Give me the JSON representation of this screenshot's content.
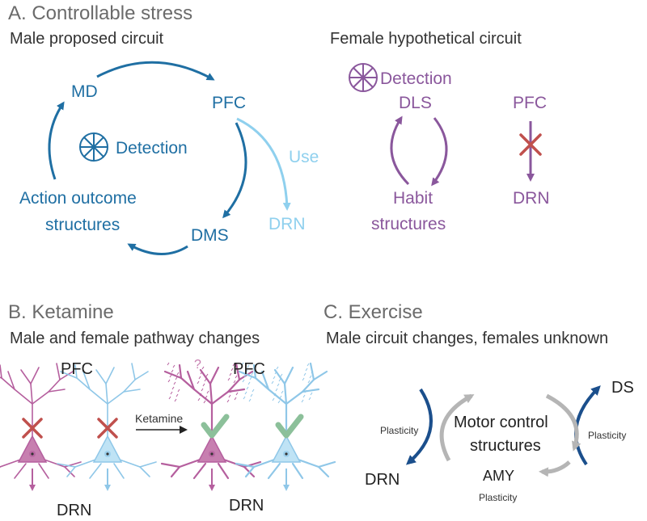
{
  "panelA": {
    "title": "A. Controllable stress",
    "male_subtitle": "Male proposed  circuit",
    "female_subtitle": "Female hypothetical circuit",
    "male": {
      "md": "MD",
      "pfc": "PFC",
      "detection": "Detection",
      "use": "Use",
      "action_outcome_1": "Action outcome",
      "action_outcome_2": "structures",
      "drn": "DRN",
      "dms": "DMS"
    },
    "female": {
      "detection": "Detection",
      "dls": "DLS",
      "pfc": "PFC",
      "habit_1": "Habit",
      "habit_2": "structures",
      "drn": "DRN"
    }
  },
  "panelB": {
    "title": "B. Ketamine",
    "subtitle": "Male and female pathway changes",
    "pfc_left": "PFC",
    "pfc_right": "PFC",
    "drn_left": "DRN",
    "drn_right": "DRN",
    "ketamine": "Ketamine",
    "question": "?"
  },
  "panelC": {
    "title": "C. Exercise",
    "subtitle": "Male circuit changes, females unknown",
    "motor_1": "Motor control",
    "motor_2": "structures",
    "ds": "DS",
    "drn": "DRN",
    "amy": "AMY",
    "plasticity_left": "Plasticity",
    "plasticity_right": "Plasticity",
    "plasticity_bottom": "Plasticity"
  },
  "colors": {
    "male_blue": "#1f6fa3",
    "light_blue": "#8fd0ee",
    "purple": "#8a579c",
    "red_cross": "#c0504d",
    "green_check": "#8cc09a",
    "navy_arrow": "#1b4f8c",
    "grey_arrow": "#b5b5b5"
  },
  "icons": [
    "wheel-icon",
    "cross-icon",
    "check-icon",
    "neuron-icon"
  ]
}
